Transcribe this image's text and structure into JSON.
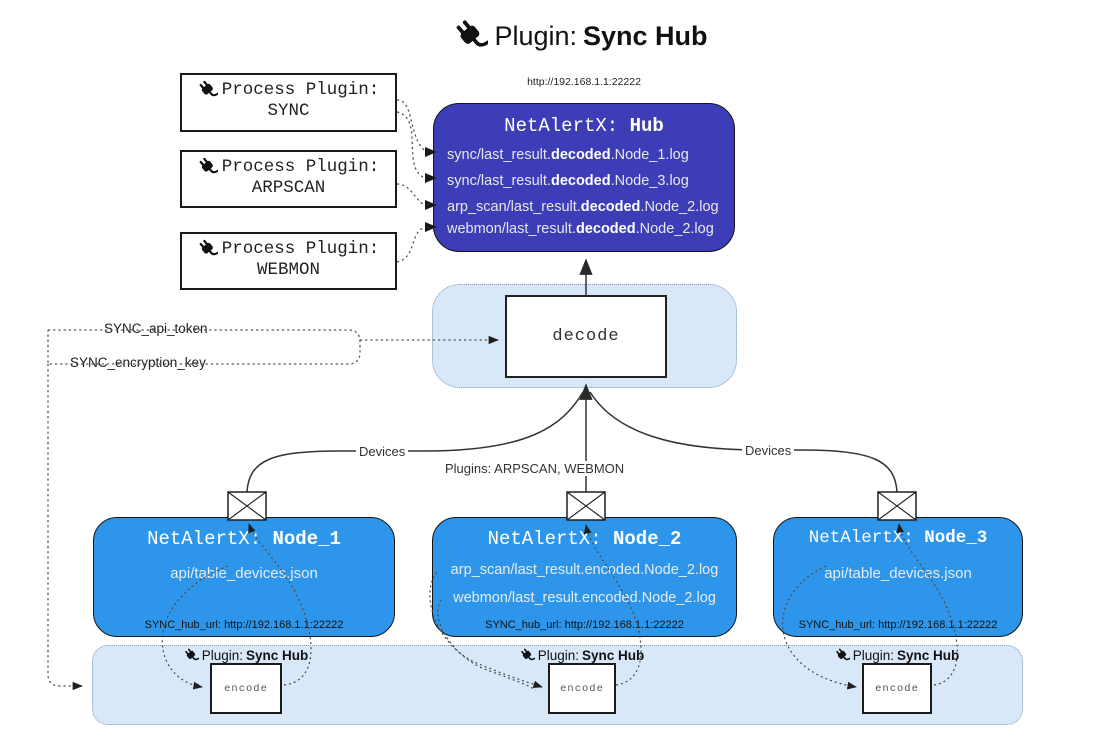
{
  "title": {
    "prefix": "Plugin: ",
    "name": "Sync Hub"
  },
  "icons": {
    "plug": "power-plug-icon",
    "envelope": "envelope-icon"
  },
  "hub": {
    "url": "http://192.168.1.1:22222",
    "title_prefix": "NetAlertX: ",
    "title_name": "Hub",
    "lines": [
      {
        "pre": "sync/last_result.",
        "bold": "decoded",
        "post": ".Node_1.log"
      },
      {
        "pre": "sync/last_result.",
        "bold": "decoded",
        "post": ".Node_3.log"
      },
      {
        "pre": "arp_scan/last_result.",
        "bold": "decoded",
        "post": ".Node_2.log"
      },
      {
        "pre": "webmon/last_result.",
        "bold": "decoded",
        "post": ".Node_2.log"
      }
    ]
  },
  "process_plugins": [
    {
      "label": "Process Plugin:",
      "name": "SYNC"
    },
    {
      "label": "Process Plugin:",
      "name": "ARPSCAN"
    },
    {
      "label": "Process Plugin:",
      "name": "WEBMON"
    }
  ],
  "decode_label": "decode",
  "config": {
    "api_token": "SYNC_api_token",
    "encryption_key": "SYNC_encryption_key"
  },
  "edges": {
    "devices_left": "Devices",
    "devices_right": "Devices",
    "plugins_center": "Plugins: ARPSCAN, WEBMON"
  },
  "nodes": [
    {
      "title_prefix": "NetAlertX: ",
      "title_name": "Node_1",
      "files": [
        "api/table_devices.json"
      ],
      "hub_url": "SYNC_hub_url: http://192.168.1.1:22222"
    },
    {
      "title_prefix": "NetAlertX: ",
      "title_name": "Node_2",
      "files": [
        "arp_scan/last_result.encoded.Node_2.log",
        "webmon/last_result.encoded.Node_2.log"
      ],
      "hub_url": "SYNC_hub_url: http://192.168.1.1:22222"
    },
    {
      "title_prefix": "NetAlertX: ",
      "title_name": "Node_3",
      "files": [
        "api/table_devices.json"
      ],
      "hub_url": "SYNC_hub_url: http://192.168.1.1:22222"
    }
  ],
  "band": {
    "plugin_prefix": "Plugin: ",
    "plugin_name": "Sync Hub",
    "encode_label": "encode"
  },
  "colors": {
    "hub": "#3d3db8",
    "node": "#2e96ea",
    "panel": "#d8e8f9",
    "panelBorder": "#7f9db9"
  }
}
